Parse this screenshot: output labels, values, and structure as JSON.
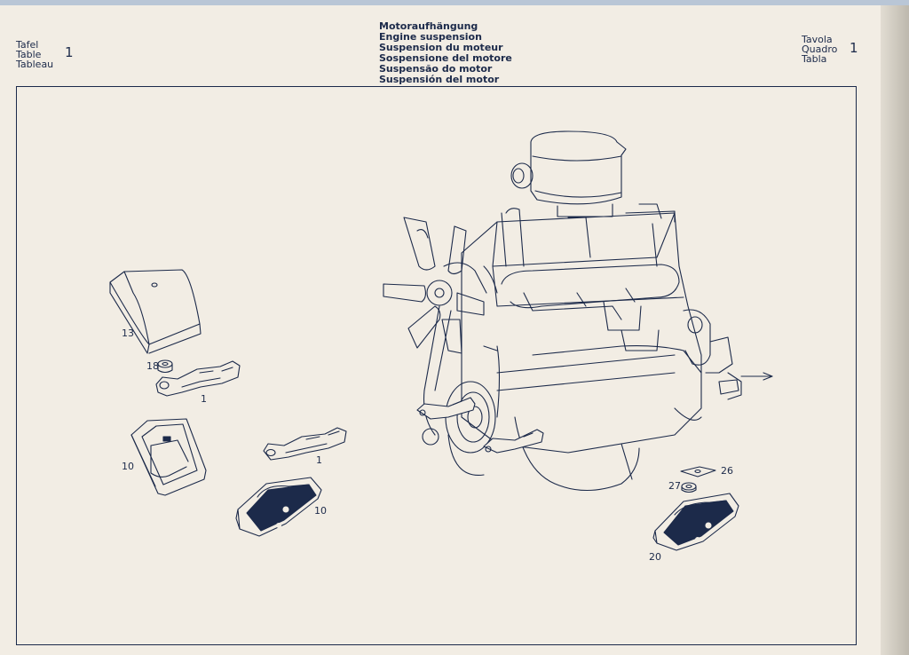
{
  "header": {
    "left_labels": [
      "Tafel",
      "Table",
      "Tableau"
    ],
    "left_number": "1",
    "right_labels": [
      "Tavola",
      "Quadro",
      "Tabla"
    ],
    "right_number": "1",
    "titles": [
      "Motoraufhängung",
      "Engine suspension",
      "Suspension du moteur",
      "Sospensione del motore",
      "Suspensão do motor",
      "Suspensión del motor"
    ]
  },
  "callouts": {
    "c13": "13",
    "c18": "18",
    "c1a": "1",
    "c10a": "10",
    "c1b": "1",
    "c10b": "10",
    "c26": "26",
    "c27": "27",
    "c20": "20"
  },
  "colors": {
    "ink": "#1c2a4a",
    "paper": "#f2ede4",
    "part_fill": "#1c2a4a"
  }
}
